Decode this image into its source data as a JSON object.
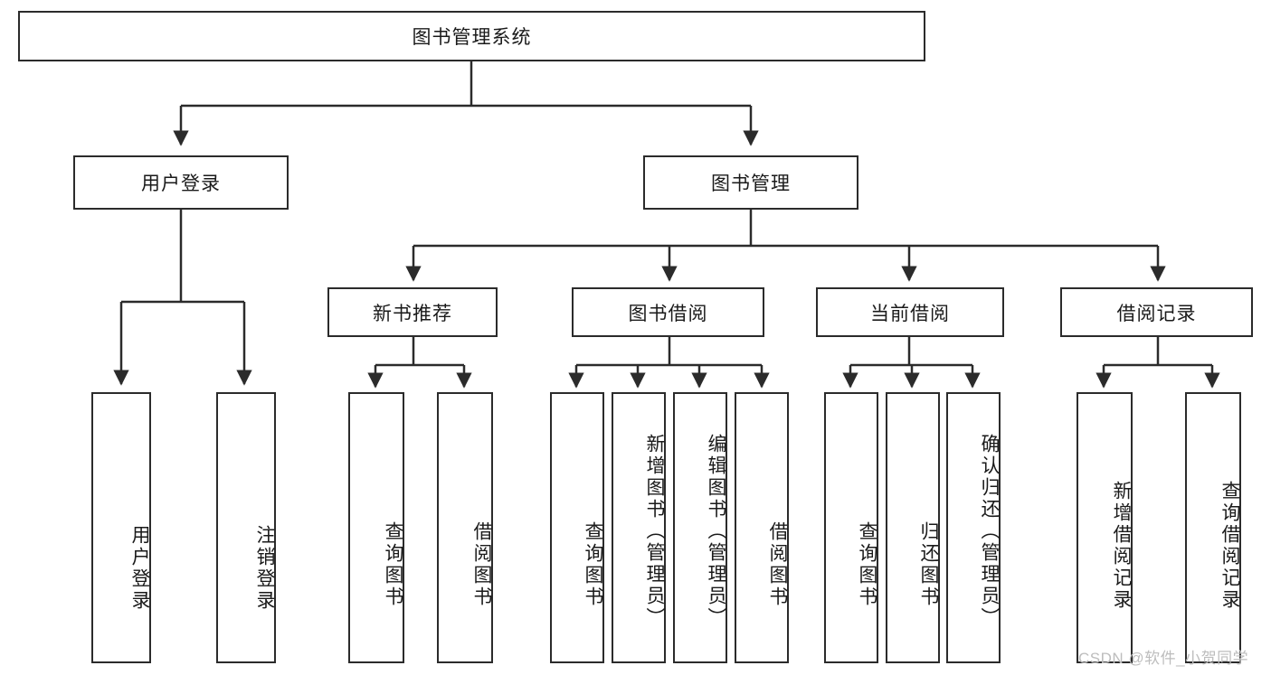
{
  "diagram": {
    "title": "图书管理系统",
    "root": {
      "id": "root",
      "label": "图书管理系统"
    },
    "level1": [
      {
        "id": "user-login",
        "label": "用户登录"
      },
      {
        "id": "book-management",
        "label": "图书管理"
      }
    ],
    "level2": [
      {
        "id": "new-book-recommend",
        "label": "新书推荐",
        "parent": "book-management"
      },
      {
        "id": "book-borrow",
        "label": "图书借阅",
        "parent": "book-management"
      },
      {
        "id": "current-borrow",
        "label": "当前借阅",
        "parent": "book-management"
      },
      {
        "id": "borrow-record",
        "label": "借阅记录",
        "parent": "book-management"
      }
    ],
    "leaves": [
      {
        "id": "leaf-user-login",
        "label": "用户登录",
        "parent": "user-login"
      },
      {
        "id": "leaf-logout-login",
        "label": "注销登录",
        "parent": "user-login"
      },
      {
        "id": "leaf-query-book-1",
        "label": "查询图书",
        "parent": "new-book-recommend"
      },
      {
        "id": "leaf-borrow-book-1",
        "label": "借阅图书",
        "parent": "new-book-recommend"
      },
      {
        "id": "leaf-query-book-2",
        "label": "查询图书",
        "parent": "book-borrow"
      },
      {
        "id": "leaf-add-book",
        "label": "新增图书（管理员）",
        "parent": "book-borrow"
      },
      {
        "id": "leaf-edit-book",
        "label": "编辑图书（管理员）",
        "parent": "book-borrow"
      },
      {
        "id": "leaf-borrow-book-2",
        "label": "借阅图书",
        "parent": "book-borrow"
      },
      {
        "id": "leaf-query-book-3",
        "label": "查询图书",
        "parent": "current-borrow"
      },
      {
        "id": "leaf-return-book",
        "label": "归还图书",
        "parent": "current-borrow"
      },
      {
        "id": "leaf-confirm-return",
        "label": "确认归还（管理员）",
        "parent": "current-borrow"
      },
      {
        "id": "leaf-add-record",
        "label": "新增借阅记录",
        "parent": "borrow-record"
      },
      {
        "id": "leaf-query-record",
        "label": "查询借阅记录",
        "parent": "borrow-record"
      }
    ]
  },
  "watermark": {
    "text": "CSDN @软件_小贺同学"
  },
  "colors": {
    "border": "#2b2b2b",
    "background": "#ffffff",
    "text": "#1a1a1a",
    "watermark": "#bdbdbd"
  }
}
